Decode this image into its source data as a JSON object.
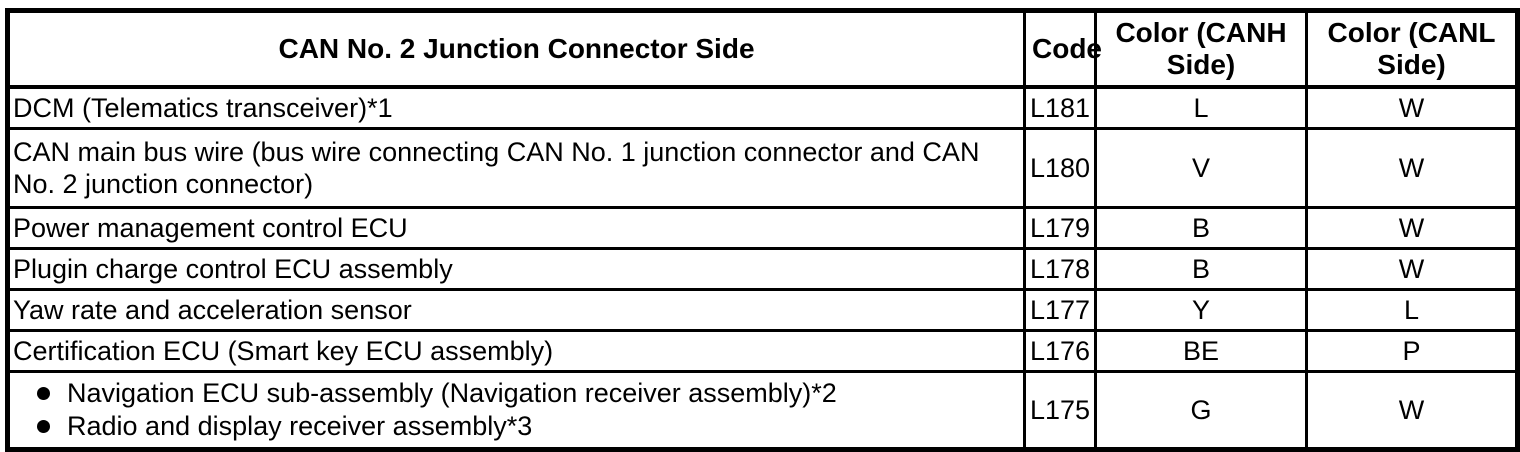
{
  "palette": {
    "border": "#000000",
    "background": "#ffffff",
    "text": "#000000"
  },
  "table": {
    "headers": {
      "connector": "CAN No. 2 Junction Connector Side",
      "code": "Code",
      "canh": "Color (CANH Side)",
      "canl": "Color (CANL Side)"
    },
    "rows": [
      {
        "device": "DCM (Telematics transceiver)*1",
        "code": "L181",
        "canh": "L",
        "canl": "W"
      },
      {
        "device": "CAN main bus wire (bus wire connecting CAN No. 1 junction connector and CAN No. 2 junction connector)",
        "code": "L180",
        "canh": "V",
        "canl": "W"
      },
      {
        "device": "Power management control ECU",
        "code": "L179",
        "canh": "B",
        "canl": "W"
      },
      {
        "device": "Plugin charge control ECU assembly",
        "code": "L178",
        "canh": "B",
        "canl": "W"
      },
      {
        "device": "Yaw rate and acceleration sensor",
        "code": "L177",
        "canh": "Y",
        "canl": "L"
      },
      {
        "device": "Certification ECU (Smart key ECU assembly)",
        "code": "L176",
        "canh": "BE",
        "canl": "P"
      },
      {
        "device_bullets": [
          "Navigation ECU sub-assembly (Navigation receiver assembly)*2",
          "Radio and display receiver assembly*3"
        ],
        "code": "L175",
        "canh": "G",
        "canl": "W"
      }
    ]
  }
}
